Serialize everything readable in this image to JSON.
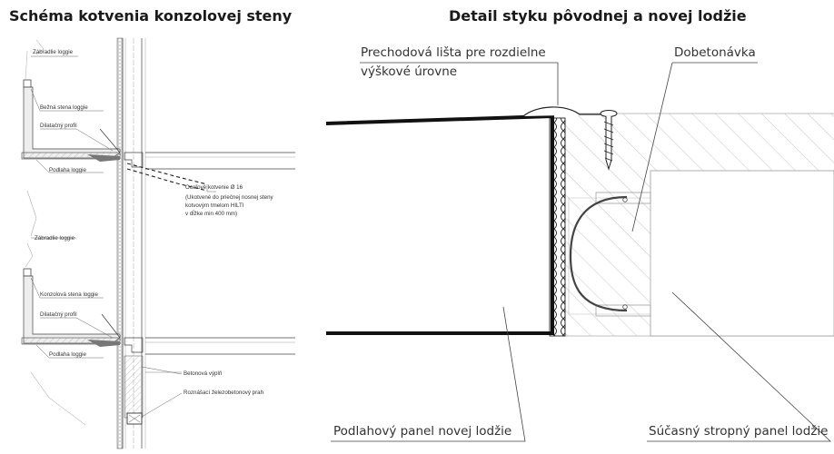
{
  "left": {
    "title": "Schéma kotvenia konzolovej steny",
    "labels": {
      "zabradlie_1": "Zábradlie loggie",
      "bezna_stena": "Bežná stena loggie",
      "dilatacny_1": "Dilatačný profil",
      "podlaha_1": "Podlaha loggie",
      "kotvenie_1": "Oceľové kotvenie Ø 16",
      "kotvenie_2": "(Ukotvené do priečnej nosnej steny",
      "kotvenie_3": "kotvovým tmelom HILTI",
      "kotvenie_4": "v dĺžke min 400 mm)",
      "zabradlie_2": "Zábradlie loggie",
      "konzolova_stena": "Konzolová stena loggie",
      "dilatacny_2": "Dilatačný profil",
      "podlaha_2": "Podlaha loggie",
      "betonova_vypln": "Betonová výplň",
      "roznasaci_prah": "Roznášací železobetonový prah"
    }
  },
  "right": {
    "title": "Detail styku pôvodnej a novej lodžie",
    "labels": {
      "prechodova_1": "Prechodová lišta pre rozdielne",
      "prechodova_2": "výškové úrovne",
      "dobetonavka": "Dobetonávka",
      "podlahovy_panel": "Podlahový panel novej lodžie",
      "sucasny_panel": "Súčasný stropný panel lodžie"
    }
  }
}
